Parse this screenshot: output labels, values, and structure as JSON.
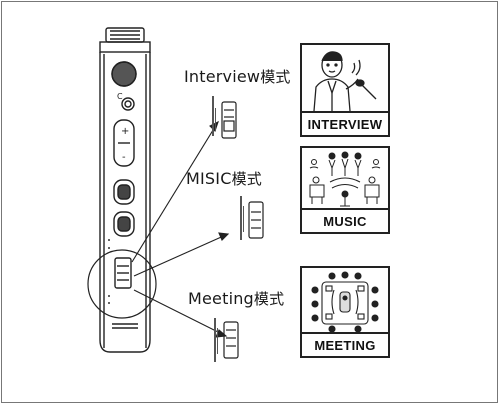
{
  "modes": [
    {
      "latin": "Interview",
      "cn": "模式",
      "caption": "INTERVIEW"
    },
    {
      "latin": "MISIC",
      "cn": "模式",
      "caption": "MUSIC"
    },
    {
      "latin": "Meeting",
      "cn": "模式",
      "caption": "MEETING"
    }
  ],
  "icons": {
    "device": "voice-recorder-icon",
    "interview": "interviewer-with-microphone-icon",
    "music": "orchestra-performers-icon",
    "meeting": "conference-table-icon"
  },
  "colors": {
    "line": "#222222",
    "background": "#ffffff"
  }
}
